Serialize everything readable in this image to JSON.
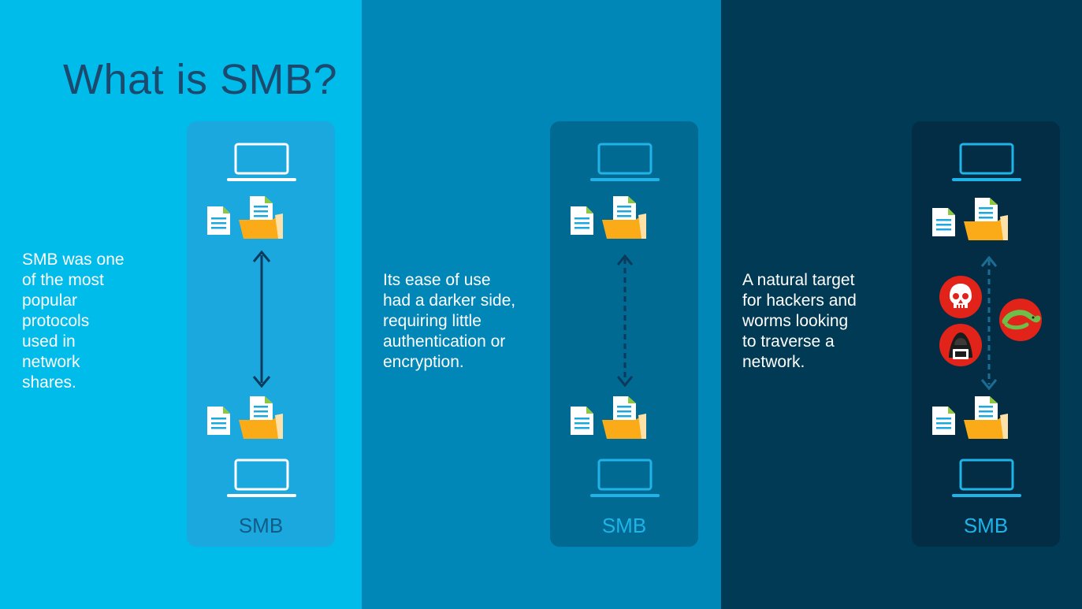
{
  "title": "What is SMB?",
  "panels": [
    {
      "description": "SMB was one\nof the most\npopular\nprotocols\nused in\nnetwork\nshares.",
      "card_label": "SMB",
      "connection": "solid",
      "accent": "#ffffff"
    },
    {
      "description": "Its ease of use\nhad a darker side,\nrequiring little\nauthentication or\nencryption.",
      "card_label": "SMB",
      "connection": "dashed",
      "accent": "#1fb3e8"
    },
    {
      "description": "A natural target\nfor hackers and\nworms looking\nto traverse a\nnetwork.",
      "card_label": "SMB",
      "connection": "dashed",
      "accent": "#1fb3e8"
    }
  ],
  "threats": [
    "skull-icon",
    "hacker-icon",
    "worm-icon"
  ],
  "colors": {
    "panel_1": "#00bceb",
    "panel_2": "#0087b8",
    "panel_3": "#013a54",
    "folder": "#fbab18",
    "threat": "#e2231a"
  }
}
